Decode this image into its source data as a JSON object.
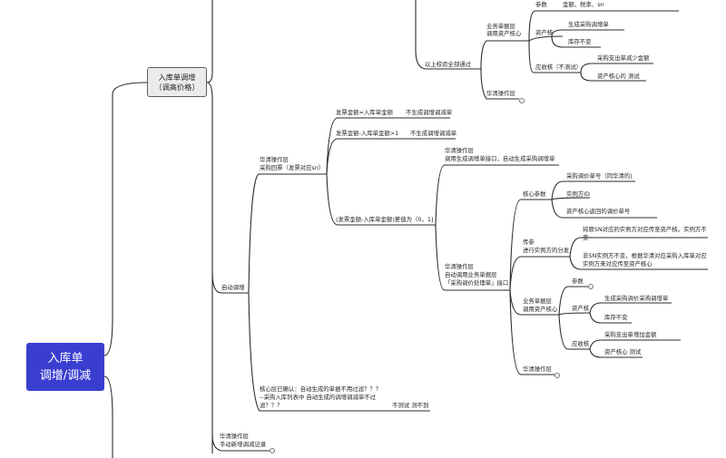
{
  "root": {
    "line1": "入库单",
    "line2": "调增/调减"
  },
  "branch_increase": {
    "line1": "入库单调增",
    "line2": "（调高价格）"
  },
  "top": {
    "params_label": "参数",
    "params_value": "金额、税率、sn",
    "biz_layer_l1": "业务单据层",
    "biz_layer_l2": "调用资产核心",
    "after_check": "以上校验全部通过",
    "asset_core": "资产核",
    "gen_purchase_order": "生成采购调增单",
    "stock_unchanged": "库存不变",
    "receivable": "应收核（不测试）",
    "purchase_expense_reduce": "采购支出单减少金额",
    "asset_core_test": "资产核心的 测试",
    "huaqing_op": "华清操作层",
    "badge": "⋯"
  },
  "auto": {
    "label": "自动调增",
    "receipt_l1": "华清操作层",
    "receipt_l2": "采购回票（发票对应sn）",
    "cond_equal": "发票金额=入库单金额",
    "no_gen_1": "不生成调增调减单",
    "cond_gt1": "发票金额-入库单金额>1",
    "no_gen_2": "不生成调增调减单",
    "cond_range": "(发票金额-入库单金额)差值为（0，1]",
    "call_l1": "华清操作层",
    "call_l2": "调用生成调增单接口，自动生成采购调增单",
    "core_params": "核心参数",
    "purchase_order_no": "采购调价单号（同华清的)",
    "instance_id": "实例方ID",
    "asset_return_no": "资产核心返回的调价单号",
    "pass_l1": "传参",
    "pass_l2": "进行实例方的分发",
    "sn_instance_l1": "将原SN对应的实例方对应传至资产核。实例方不",
    "sn_instance_l2": "变",
    "non_sn_l1": "非SN实例方不变，根据华清对应采购入库单对应",
    "non_sn_l2": "实例方来对应传至资产核心",
    "auto_call_l1": "华清操作层",
    "auto_call_l2": "自动调用业务单据层",
    "auto_call_l3": "「采购调价处理单」接口",
    "params": "参数",
    "biz_layer_l1": "业务单据层",
    "biz_layer_l2": "调用资产核心",
    "asset_core": "资产核",
    "gen_adjust_order": "生成采购调价采购调增单",
    "stock_unchanged": "库存不变",
    "receivable": "应收核",
    "purchase_expense_add": "采购支出单增加金额",
    "asset_core_test": "资产核心 测试",
    "huaqing_op": "华清操作层",
    "confirm_l1": "核心层已确认：自动生成的单据不用过滤？？？",
    "confirm_l2": "--采购入库列表中 自动生成的调增调减单不过",
    "confirm_l3": "滤？？？",
    "no_test": "不测试 测不到",
    "badge_a": "○",
    "badge_b": "⋯"
  },
  "manual": {
    "line1": "华清操作层",
    "line2": "手动新增调减记录",
    "badge": "⋯"
  }
}
